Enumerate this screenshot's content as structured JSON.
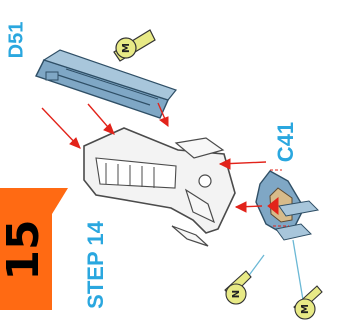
{
  "step": {
    "number": "15",
    "label": "STEP 14",
    "accent_color": "#ff6a13"
  },
  "parts": {
    "top": {
      "code": "D51",
      "badge": "M",
      "color": "#7fa7c5"
    },
    "right": {
      "code": "C41",
      "badges": [
        "N",
        "M"
      ],
      "color": "#7fa7c5"
    }
  },
  "colors": {
    "label_blue": "#2aa7df",
    "arrow_red": "#e2231a",
    "screw_yellow": "#e8ea86",
    "line_gray": "#333333",
    "background": "#ffffff"
  },
  "icons": {
    "badge": "screw-badge-icon",
    "arrow": "assembly-arrow-icon"
  }
}
